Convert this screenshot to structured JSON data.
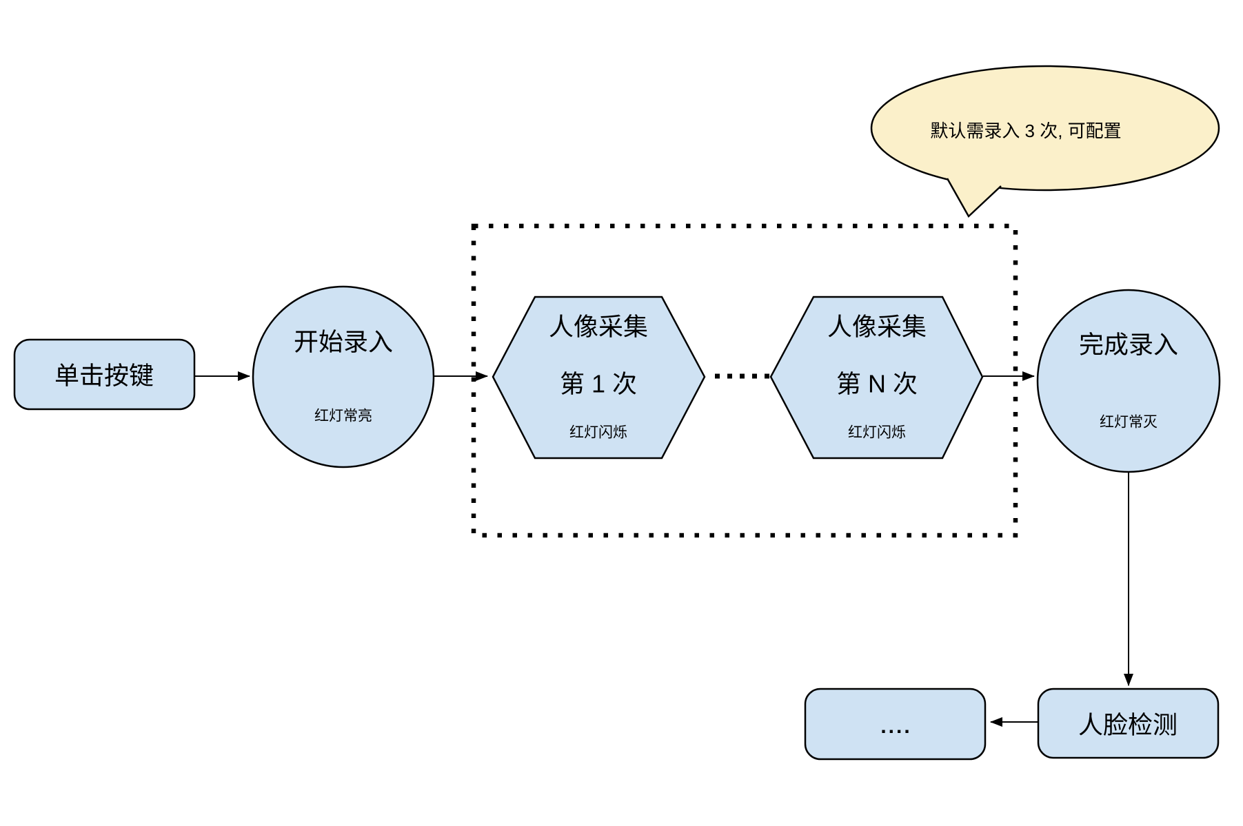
{
  "diagram": {
    "colors": {
      "node_fill": "#cfe2f3",
      "node_stroke": "#000000",
      "callout_fill": "#fbf0ca",
      "line": "#000000",
      "background": "#ffffff"
    },
    "nodes": {
      "click_button": {
        "label": "单击按键"
      },
      "start_enroll": {
        "title": "开始录入",
        "status": "红灯常亮"
      },
      "capture_first": {
        "title": "人像采集",
        "subtitle": "第 1 次",
        "status": "红灯闪烁"
      },
      "capture_nth": {
        "title": "人像采集",
        "subtitle": "第 N 次",
        "status": "红灯闪烁"
      },
      "finish_enroll": {
        "title": "完成录入",
        "status": "红灯常灭"
      },
      "face_detection": {
        "label": "人脸检测"
      },
      "continuation": {
        "label": "...."
      }
    },
    "callout": {
      "text": "默认需录入 3 次, 可配置"
    }
  }
}
